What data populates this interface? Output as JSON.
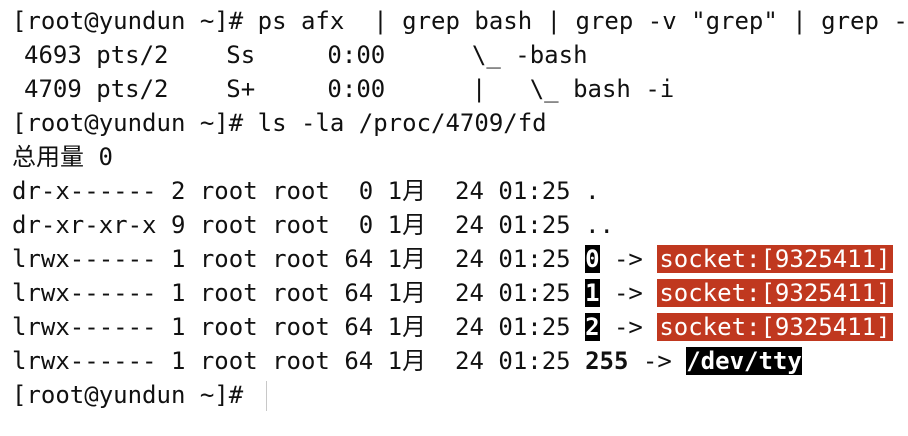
{
  "terminal": {
    "lines": [
      {
        "text": "[root@yundun ~]# ps afx  | grep bash | grep -v \"grep\" | grep -"
      },
      {
        "text": "4693 pts/2    Ss     0:00      \\_ -bash"
      },
      {
        "text": "4709 pts/2    S+     0:00      |   \\_ bash -i"
      },
      {
        "text": "[root@yundun ~]# ls -la /proc/4709/fd"
      },
      {
        "text": "总用量 0"
      },
      {
        "text": "dr-x------ 2 root root  0 1月  24 01:25 ."
      },
      {
        "text": "dr-xr-xr-x 9 root root  0 1月  24 01:25 .."
      },
      {
        "prefix": "lrwx------ 1 root root 64 1月  24 01:25 ",
        "fd": "0",
        "arrow": " -> ",
        "target": "socket:[9325411]"
      },
      {
        "prefix": "lrwx------ 1 root root 64 1月  24 01:25 ",
        "fd": "1",
        "arrow": " -> ",
        "target": "socket:[9325411]"
      },
      {
        "prefix": "lrwx------ 1 root root 64 1月  24 01:25 ",
        "fd": "2",
        "arrow": " -> ",
        "target": "socket:[9325411]"
      },
      {
        "prefix": "lrwx------ 1 root root 64 1月  24 01:25 ",
        "fd": "255",
        "arrow": " -> ",
        "target": "/dev/tty"
      },
      {
        "text": "[root@yundun ~]# "
      }
    ]
  },
  "colors": {
    "socket_bg": "#c0381f",
    "highlight_bg": "#000000"
  }
}
